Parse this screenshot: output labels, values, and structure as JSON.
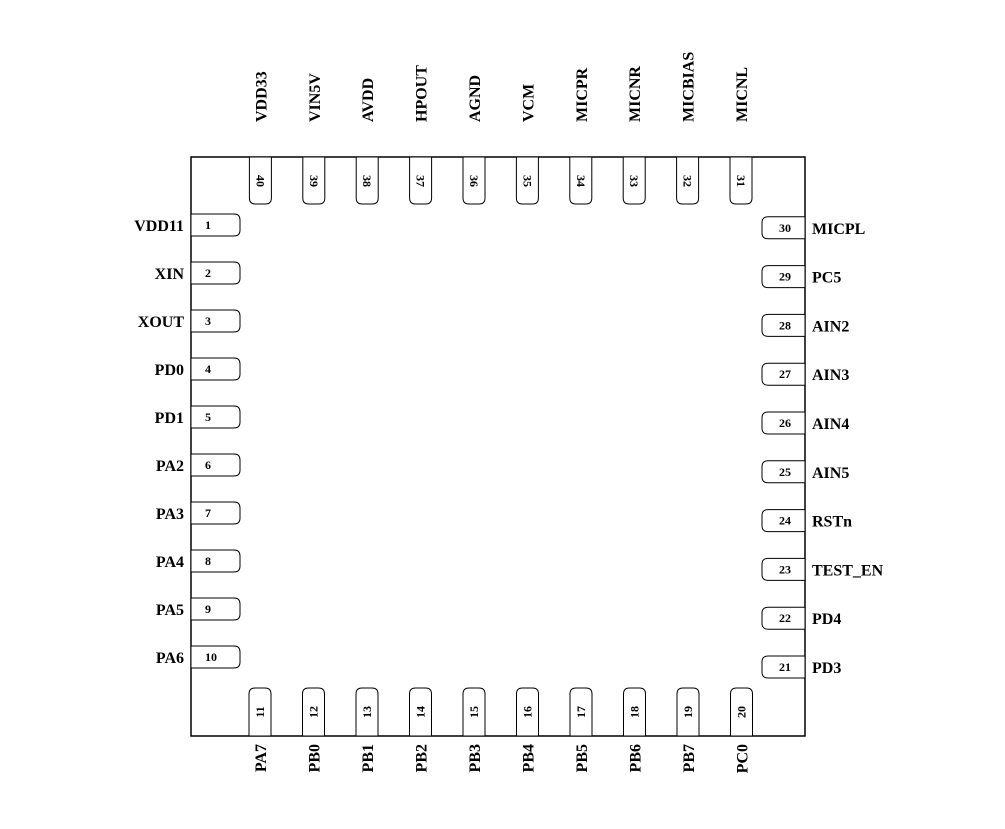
{
  "chip": {
    "left_pins": [
      {
        "num": "1",
        "name": "VDD11"
      },
      {
        "num": "2",
        "name": "XIN"
      },
      {
        "num": "3",
        "name": "XOUT"
      },
      {
        "num": "4",
        "name": "PD0"
      },
      {
        "num": "5",
        "name": "PD1"
      },
      {
        "num": "6",
        "name": "PA2"
      },
      {
        "num": "7",
        "name": "PA3"
      },
      {
        "num": "8",
        "name": "PA4"
      },
      {
        "num": "9",
        "name": "PA5"
      },
      {
        "num": "10",
        "name": "PA6"
      }
    ],
    "bottom_pins": [
      {
        "num": "11",
        "name": "PA7"
      },
      {
        "num": "12",
        "name": "PB0"
      },
      {
        "num": "13",
        "name": "PB1"
      },
      {
        "num": "14",
        "name": "PB2"
      },
      {
        "num": "15",
        "name": "PB3"
      },
      {
        "num": "16",
        "name": "PB4"
      },
      {
        "num": "17",
        "name": "PB5"
      },
      {
        "num": "18",
        "name": "PB6"
      },
      {
        "num": "19",
        "name": "PB7"
      },
      {
        "num": "20",
        "name": "PC0"
      }
    ],
    "right_pins": [
      {
        "num": "21",
        "name": "PD3"
      },
      {
        "num": "22",
        "name": "PD4"
      },
      {
        "num": "23",
        "name": "TEST_EN"
      },
      {
        "num": "24",
        "name": "RSTn"
      },
      {
        "num": "25",
        "name": "AIN5"
      },
      {
        "num": "26",
        "name": "AIN4"
      },
      {
        "num": "27",
        "name": "AIN3"
      },
      {
        "num": "28",
        "name": "AIN2"
      },
      {
        "num": "29",
        "name": "PC5"
      },
      {
        "num": "30",
        "name": "MICPL"
      }
    ],
    "top_pins": [
      {
        "num": "31",
        "name": "MICNL"
      },
      {
        "num": "32",
        "name": "MICBIAS"
      },
      {
        "num": "33",
        "name": "MICNR"
      },
      {
        "num": "34",
        "name": "MICPR"
      },
      {
        "num": "35",
        "name": "VCM"
      },
      {
        "num": "36",
        "name": "AGND"
      },
      {
        "num": "37",
        "name": "HPOUT"
      },
      {
        "num": "38",
        "name": "AVDD"
      },
      {
        "num": "39",
        "name": "VIN5V"
      },
      {
        "num": "40",
        "name": "VDD33"
      }
    ]
  }
}
